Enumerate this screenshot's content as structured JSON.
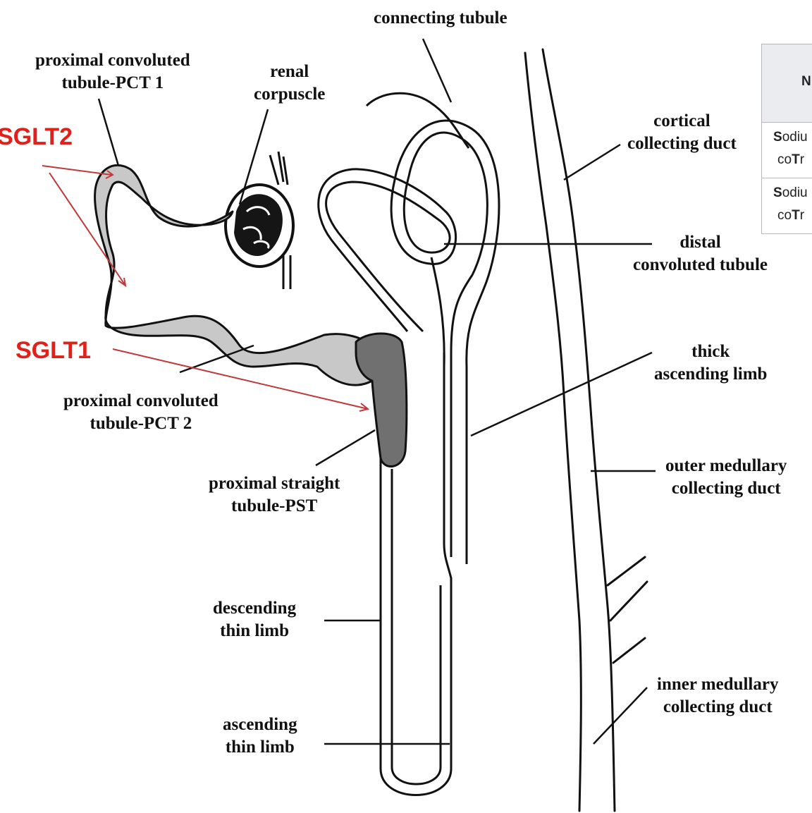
{
  "labels": {
    "connecting_tubule": "connecting tubule",
    "pct1": [
      "proximal convoluted",
      "tubule-PCT 1"
    ],
    "renal_corpuscle": [
      "renal",
      "corpuscle"
    ],
    "cortical_cd": [
      "cortical",
      "collecting duct"
    ],
    "dct": [
      "distal",
      "convoluted tubule"
    ],
    "tal": [
      "thick",
      "ascending limb"
    ],
    "pct2": [
      "proximal convoluted",
      "tubule-PCT 2"
    ],
    "omcd": [
      "outer medullary",
      "collecting duct"
    ],
    "pst": [
      "proximal straight",
      "tubule-PST"
    ],
    "dtl": [
      "descending",
      "thin limb"
    ],
    "imcd": [
      "inner medullary",
      "collecting duct"
    ],
    "atl": [
      "ascending",
      "thin limb"
    ]
  },
  "markers": {
    "sglt2": "SGLT2",
    "sglt1": "SGLT1",
    "color": "#e0201b"
  },
  "legend_table": {
    "header": "N",
    "rows": [
      {
        "line1_bold": "S",
        "line1": "odiu",
        "line2_pre": "co",
        "line2_bold": "T",
        "line2_post": "r"
      },
      {
        "line1_bold": "S",
        "line1": "odiu",
        "line2_pre": "co",
        "line2_bold": "T",
        "line2_post": "r"
      }
    ]
  },
  "colors": {
    "outline": "#111111",
    "pct_fill": "#c8c8c8",
    "pst_fill": "#707070",
    "arrow": "#c0393b"
  }
}
